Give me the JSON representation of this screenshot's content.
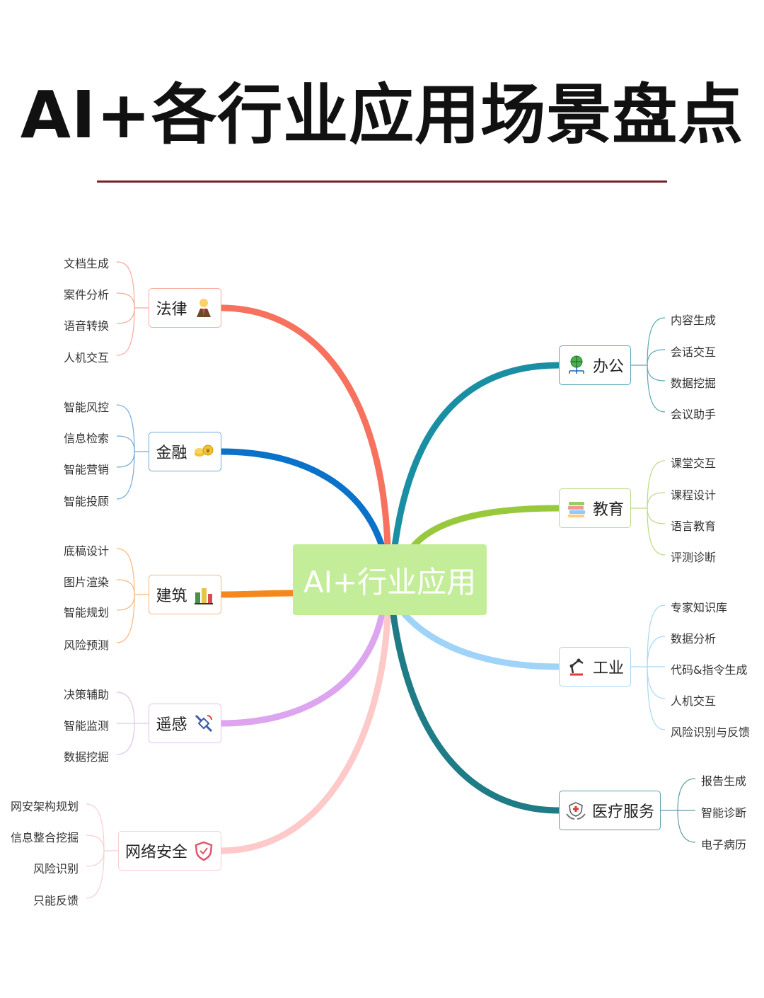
{
  "title": "AI+各行业应用场景盘点",
  "center": "AI+行业应用",
  "colors": {
    "law": "#f7715f",
    "finance": "#0a72c8",
    "architecture": "#f4881f",
    "remote": "#dda4ef",
    "security": "#fdc9c9",
    "office": "#1a8fa4",
    "education": "#98c93c",
    "industry": "#9fd3f7",
    "medical": "#1f7c86"
  },
  "left": [
    {
      "label": "法律",
      "icon": "lawyer-icon",
      "items": [
        "文档生成",
        "案件分析",
        "语音转换",
        "人机交互"
      ]
    },
    {
      "label": "金融",
      "icon": "coins-icon",
      "items": [
        "智能风控",
        "信息检索",
        "智能营销",
        "智能投顾"
      ]
    },
    {
      "label": "建筑",
      "icon": "buildings-icon",
      "items": [
        "底稿设计",
        "图片渲染",
        "智能规划",
        "风险预测"
      ]
    },
    {
      "label": "遥感",
      "icon": "satellite-icon",
      "items": [
        "决策辅助",
        "智能监测",
        "数据挖掘"
      ]
    },
    {
      "label": "网络安全",
      "icon": "shield-icon",
      "items": [
        "网安架构规划",
        "信息整合挖掘",
        "风险识别",
        "只能反馈"
      ]
    }
  ],
  "right": [
    {
      "label": "办公",
      "icon": "globe-network-icon",
      "items": [
        "内容生成",
        "会话交互",
        "数据挖掘",
        "会议助手"
      ]
    },
    {
      "label": "教育",
      "icon": "books-icon",
      "items": [
        "课堂交互",
        "课程设计",
        "语言教育",
        "评测诊断"
      ]
    },
    {
      "label": "工业",
      "icon": "robot-arm-icon",
      "items": [
        "专家知识库",
        "数据分析",
        "代码&指令生成",
        "人机交互",
        "风险识别与反馈"
      ]
    },
    {
      "label": "医疗服务",
      "icon": "medical-hands-icon",
      "items": [
        "报告生成",
        "智能诊断",
        "电子病历"
      ]
    }
  ]
}
